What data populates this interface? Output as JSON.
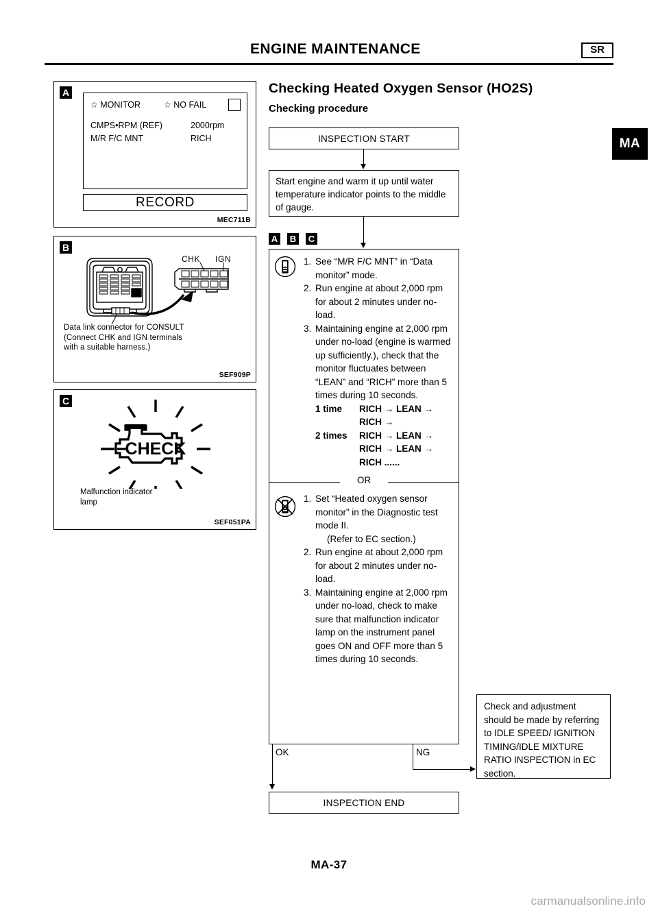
{
  "header": {
    "title": "ENGINE MAINTENANCE",
    "section_code": "SR",
    "side_tab": "MA"
  },
  "figures": {
    "a": {
      "letter": "A",
      "code": "MEC711B",
      "screen": {
        "monitor_label": "MONITOR",
        "nofail_label": "NO FAIL",
        "star_glyph": "☆",
        "rows": [
          {
            "name": "CMPS•RPM (REF)",
            "value": "2000rpm"
          },
          {
            "name": "M/R F/C MNT",
            "value": "RICH"
          }
        ],
        "record_button": "RECORD"
      }
    },
    "b": {
      "letter": "B",
      "code": "SEF909P",
      "terminal_labels": [
        "CHK",
        "IGN"
      ],
      "caption": [
        "Data link connector for CONSULT",
        "(Connect CHK and IGN terminals",
        "with a suitable harness.)"
      ]
    },
    "c": {
      "letter": "C",
      "code": "SEF051PA",
      "lamp_text": "CHECK",
      "caption": [
        "Malfunction indicator",
        "lamp"
      ]
    }
  },
  "main": {
    "title": "Checking Heated Oxygen Sensor (HO2S)",
    "subtitle": "Checking procedure",
    "box_start": "INSPECTION START",
    "box_warm": "Start engine and warm it up until water temperature indicator points to the middle of gauge.",
    "abc_markers": [
      "A",
      "B",
      "C"
    ],
    "procedure_consult": {
      "icon": "consult-tester-icon",
      "steps": [
        {
          "num": "1.",
          "text": "See “M/R F/C MNT” in “Data monitor” mode."
        },
        {
          "num": "2.",
          "text": "Run engine at about 2,000 rpm for about 2 minutes under no-load."
        },
        {
          "num": "3.",
          "text": "Maintaining engine at 2,000 rpm under no-load (engine is warmed up sufficiently.), check that the monitor fluctuates between “LEAN” and “RICH” more than 5 times during 10 seconds."
        }
      ],
      "sequence": [
        {
          "label": "1 time",
          "lines": [
            "RICH → LEAN →",
            "RICH →"
          ]
        },
        {
          "label": "2 times",
          "lines": [
            "RICH → LEAN →",
            "RICH → LEAN →",
            "RICH ......"
          ]
        }
      ]
    },
    "or_label": "OR",
    "procedure_noconsult": {
      "icon": "no-consult-tester-icon",
      "steps": [
        {
          "num": "1.",
          "text": "Set “Heated oxygen sensor monitor” in the Diagnostic test mode II.",
          "sub": "(Refer to EC section.)"
        },
        {
          "num": "2.",
          "text": "Run engine at about 2,000 rpm for about 2 minutes under no-load."
        },
        {
          "num": "3.",
          "text": "Maintaining engine at 2,000 rpm under no-load, check to make sure that malfunction indicator lamp on the instrument panel goes ON and OFF more than 5 times during 10 seconds."
        }
      ]
    },
    "branch_ok": "OK",
    "branch_ng": "NG",
    "box_end": "INSPECTION END",
    "box_ng": "Check and adjustment should be made by referring to IDLE SPEED/ IGNITION TIMING/IDLE MIXTURE RATIO INSPECTION in EC section."
  },
  "footer": {
    "page_number": "MA-37",
    "watermark": "carmanualsonline.info"
  }
}
